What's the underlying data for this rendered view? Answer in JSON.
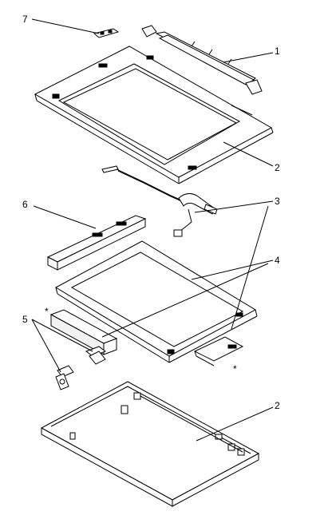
{
  "callouts": {
    "c1": "1",
    "c2_top": "2",
    "c3": "3",
    "c4": "4",
    "c5": "5",
    "c6": "6",
    "c7": "7",
    "c2_bottom": "2",
    "asterisk_left": "*",
    "asterisk_right": "*"
  }
}
